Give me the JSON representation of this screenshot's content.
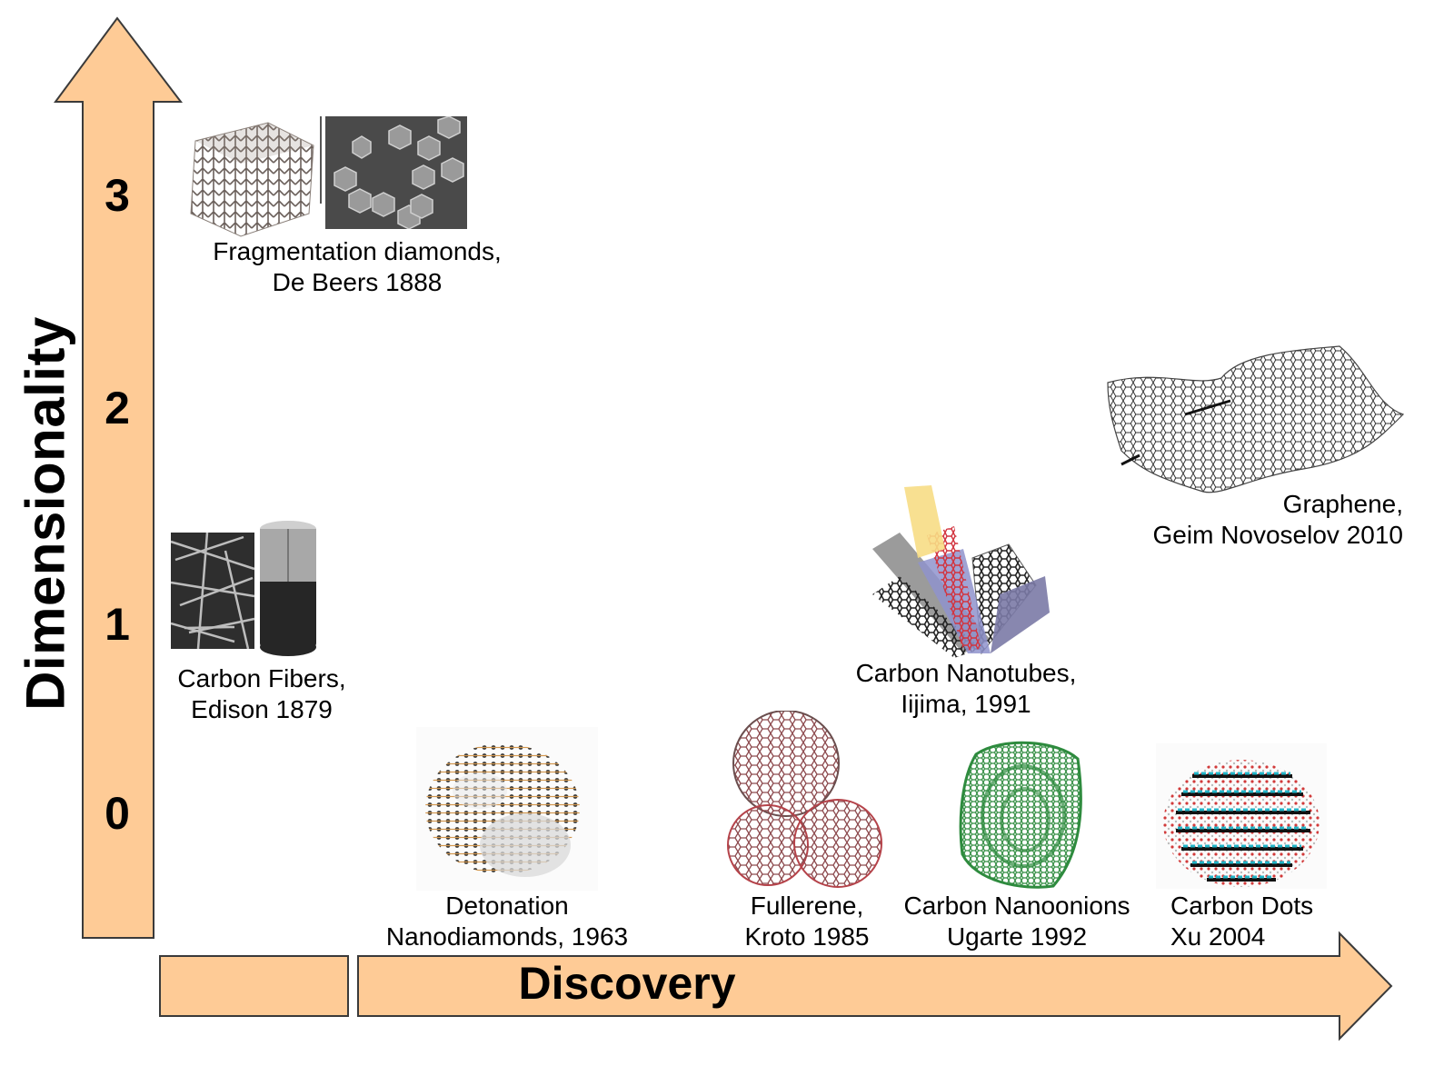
{
  "figure": {
    "y_axis": {
      "title": "Dimensionality",
      "ticks": [
        "3",
        "2",
        "1",
        "0"
      ]
    },
    "x_axis": {
      "title": "Discovery"
    },
    "colors": {
      "arrow_fill": "#fecb96",
      "arrow_stroke": "#3a3a3a"
    },
    "items": [
      {
        "name": "fragmentation-diamonds",
        "line1": "Fragmentation diamonds,",
        "line2": "De Beers 1888",
        "dimension": 3,
        "year": 1888,
        "image": "diamond-lattice-and-crystals"
      },
      {
        "name": "carbon-fibers",
        "line1": "Carbon Fibers,",
        "line2": "Edison 1879",
        "dimension": 1,
        "year": 1879,
        "image": "carbon-fiber-micrograph-and-cylinder"
      },
      {
        "name": "detonation-nanodiamonds",
        "line1": "Detonation",
        "line2": "Nanodiamonds, 1963",
        "dimension": 0,
        "year": 1963,
        "image": "nanodiamond-molecule"
      },
      {
        "name": "fullerene",
        "line1": "Fullerene,",
        "line2": "Kroto 1985",
        "dimension": 0,
        "year": 1985,
        "image": "fullerene-spheres"
      },
      {
        "name": "carbon-nanotubes",
        "line1": "Carbon Nanotubes,",
        "line2": "Iijima, 1991",
        "dimension": 1,
        "year": 1991,
        "image": "nanotube-bundle"
      },
      {
        "name": "carbon-nanoonions",
        "line1": "Carbon Nanoonions",
        "line2": "Ugarte 1992",
        "dimension": 0,
        "year": 1992,
        "image": "nanoonion-green"
      },
      {
        "name": "carbon-dots",
        "line1": "Carbon Dots",
        "line2": "Xu 2004",
        "dimension": 0,
        "year": 2004,
        "image": "carbon-dot-layers"
      },
      {
        "name": "graphene",
        "line1": "Graphene,",
        "line2": "Geim Novoselov 2010",
        "dimension": 2,
        "year": 2010,
        "image": "graphene-sheet"
      }
    ]
  }
}
